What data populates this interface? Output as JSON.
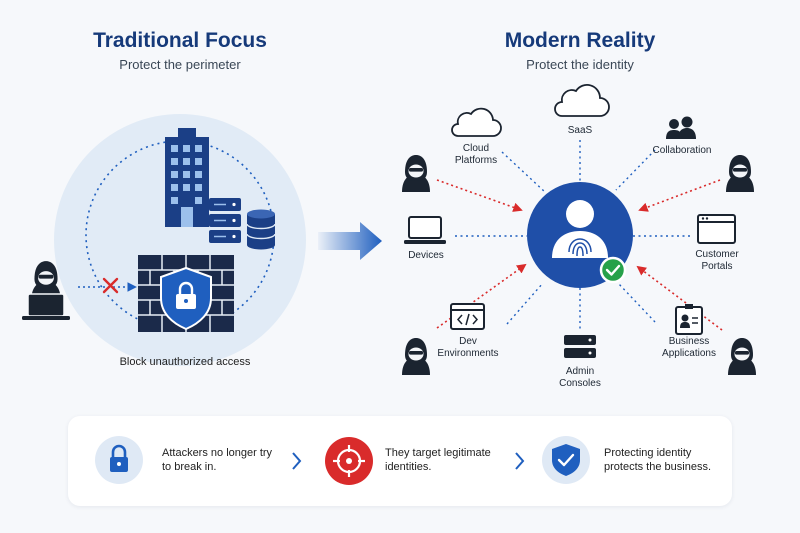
{
  "left": {
    "title": "Traditional Focus",
    "subtitle": "Protect the perimeter",
    "caption": "Block unauthorized access"
  },
  "right": {
    "title": "Modern Reality",
    "subtitle": "Protect the identity",
    "nodes": {
      "saas": "SaaS",
      "cloud": [
        "Cloud",
        "Platforms"
      ],
      "collab": "Collaboration",
      "devices": "Devices",
      "portals": [
        "Customer",
        "Portals"
      ],
      "dev": [
        "Dev",
        "Environments"
      ],
      "admin": [
        "Admin",
        "Consoles"
      ],
      "business": [
        "Business",
        "Applications"
      ]
    }
  },
  "steps": [
    {
      "lines": [
        "Attackers no longer try",
        "to break in."
      ],
      "icon": "lock-icon"
    },
    {
      "lines": [
        "They target legitimate",
        "identities."
      ],
      "icon": "target-icon"
    },
    {
      "lines": [
        "Protecting identity",
        "protects the business."
      ],
      "icon": "shield-check-icon"
    }
  ],
  "colors": {
    "navy": "#1b3f86",
    "blue": "#1f5fbf",
    "red": "#d92b2b",
    "green": "#27a14a",
    "dark": "#1b2430",
    "halo": "#e1ebf6"
  }
}
